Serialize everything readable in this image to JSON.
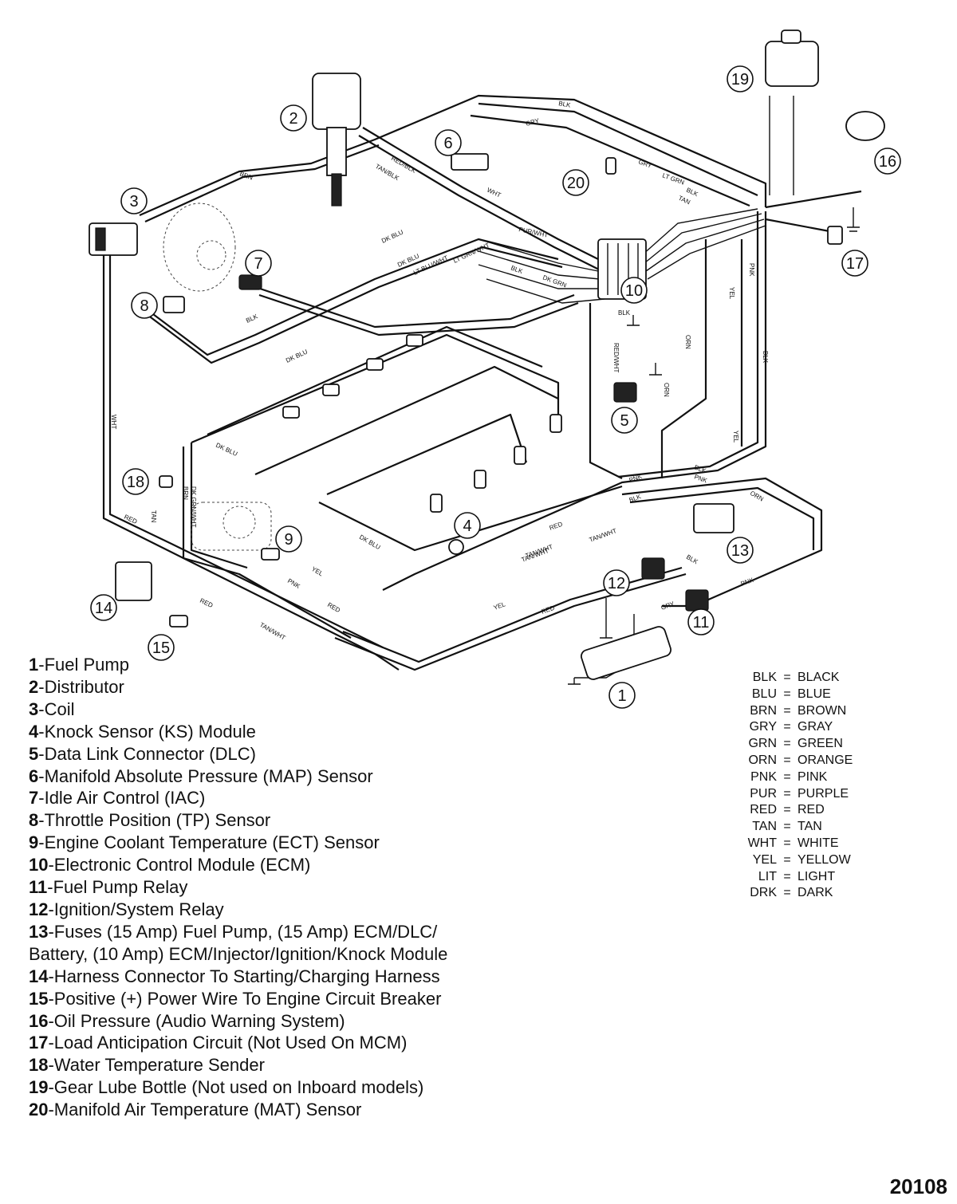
{
  "callouts": [
    {
      "n": "1"
    },
    {
      "n": "2"
    },
    {
      "n": "3"
    },
    {
      "n": "4"
    },
    {
      "n": "5"
    },
    {
      "n": "6"
    },
    {
      "n": "7"
    },
    {
      "n": "8"
    },
    {
      "n": "9"
    },
    {
      "n": "10"
    },
    {
      "n": "11"
    },
    {
      "n": "12"
    },
    {
      "n": "13"
    },
    {
      "n": "14"
    },
    {
      "n": "15"
    },
    {
      "n": "16"
    },
    {
      "n": "17"
    },
    {
      "n": "18"
    },
    {
      "n": "19"
    },
    {
      "n": "20"
    }
  ],
  "wire_tags": [
    "BLK",
    "GRY",
    "LT GRN",
    "DK BLU",
    "PUR/WHT",
    "TAN/BLK",
    "RED/BLK",
    "WHT",
    "TAN",
    "BLK",
    "GRY",
    "DK BLU",
    "LT BLU/WHT",
    "LT GRN/WHT",
    "BLK",
    "DK GRN",
    "ORN",
    "PNK",
    "YEL",
    "BLK",
    "BLK",
    "RED/WHT",
    "RED",
    "WHT",
    "TAN",
    "YEL",
    "PNK",
    "RED",
    "TAN/WHT",
    "RED",
    "ORN",
    "PNK",
    "TAN/WHT",
    "YEL",
    "RED",
    "BLK",
    "GRY",
    "BLK",
    "PNK",
    "RED",
    "BLK",
    "TAN/WHT",
    "TAN/WHT",
    "DK BLU",
    "DK GRN/WHT",
    "YEL",
    "PNK",
    "BLK",
    "ORN",
    "DK BLU",
    "BRN",
    "DK BLU",
    "BLK",
    "BRN"
  ],
  "legend": [
    {
      "num": "1",
      "text": "-Fuel Pump"
    },
    {
      "num": "2",
      "text": "-Distributor"
    },
    {
      "num": "3",
      "text": "-Coil"
    },
    {
      "num": "4",
      "text": "-Knock Sensor (KS) Module"
    },
    {
      "num": "5",
      "text": "-Data Link Connector (DLC)"
    },
    {
      "num": "6",
      "text": "-Manifold Absolute Pressure (MAP) Sensor"
    },
    {
      "num": "7",
      "text": "-Idle Air Control (IAC)"
    },
    {
      "num": "8",
      "text": "-Throttle Position (TP) Sensor"
    },
    {
      "num": "9",
      "text": "-Engine Coolant Temperature (ECT) Sensor"
    },
    {
      "num": "10",
      "text": "-Electronic Control Module (ECM)"
    },
    {
      "num": "11",
      "text": "-Fuel Pump Relay"
    },
    {
      "num": "12",
      "text": "-Ignition/System  Relay"
    },
    {
      "num": "13",
      "text": "-Fuses (15 Amp) Fuel Pump, (15 Amp) ECM/DLC/",
      "cont": "Battery, (10 Amp) ECM/Injector/Ignition/Knock  Module"
    },
    {
      "num": "14",
      "text": "-Harness Connector To Starting/Charging Harness"
    },
    {
      "num": "15",
      "text": "-Positive (+) Power Wire To Engine Circuit Breaker"
    },
    {
      "num": "16",
      "text": "-Oil Pressure (Audio Warning System)"
    },
    {
      "num": "17",
      "text": "-Load Anticipation Circuit (Not Used On MCM)"
    },
    {
      "num": "18",
      "text": "-Water Temperature Sender"
    },
    {
      "num": "19",
      "text": "-Gear Lube Bottle (Not used on Inboard models)"
    },
    {
      "num": "20",
      "text": "-Manifold Air Temperature (MAT) Sensor"
    }
  ],
  "color_key": [
    {
      "abbr": "BLK",
      "eq": "=",
      "full": "BLACK"
    },
    {
      "abbr": "BLU",
      "eq": "=",
      "full": "BLUE"
    },
    {
      "abbr": "BRN",
      "eq": "=",
      "full": "BROWN"
    },
    {
      "abbr": "GRY",
      "eq": "=",
      "full": "GRAY"
    },
    {
      "abbr": "GRN",
      "eq": "=",
      "full": "GREEN"
    },
    {
      "abbr": "ORN",
      "eq": "=",
      "full": "ORANGE"
    },
    {
      "abbr": "PNK",
      "eq": "=",
      "full": "PINK"
    },
    {
      "abbr": "PUR",
      "eq": "=",
      "full": "PURPLE"
    },
    {
      "abbr": "RED",
      "eq": "=",
      "full": "RED"
    },
    {
      "abbr": "TAN",
      "eq": "=",
      "full": "TAN"
    },
    {
      "abbr": "WHT",
      "eq": "=",
      "full": "WHITE"
    },
    {
      "abbr": "YEL",
      "eq": "=",
      "full": "YELLOW"
    },
    {
      "abbr": "LIT",
      "eq": "=",
      "full": "LIGHT"
    },
    {
      "abbr": "DRK",
      "eq": "=",
      "full": "DARK"
    }
  ],
  "figure_number": "20108"
}
